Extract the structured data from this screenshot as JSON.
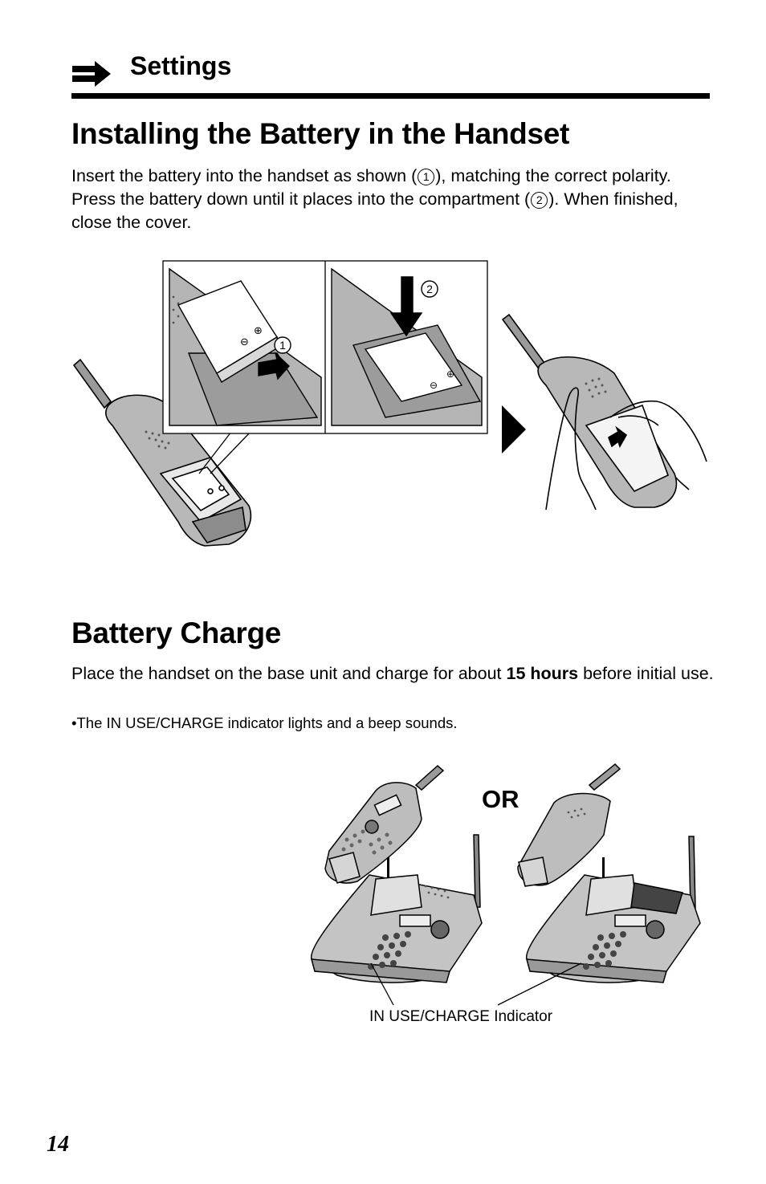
{
  "header": {
    "section_label": "Settings"
  },
  "section1": {
    "title": "Installing the Battery in the Handset",
    "para_a": "Insert the battery into the handset as shown (",
    "step1": "1",
    "para_b": "), matching the correct polarity. Press the battery down until it places into the compartment (",
    "step2": "2",
    "para_c": "). When finished, close the cover."
  },
  "figure1": {
    "callout_1": "1",
    "callout_2": "2"
  },
  "section2": {
    "title": "Battery Charge",
    "para_a": "Place the handset on the base unit and charge for about ",
    "para_bold": "15 hours",
    "para_b": " before initial use.",
    "bullet": "•The IN USE/CHARGE indicator lights and a beep sounds."
  },
  "figure2": {
    "or_label": "OR",
    "indicator_caption": "IN USE/CHARGE Indicator"
  },
  "footer": {
    "page_number": "14"
  }
}
